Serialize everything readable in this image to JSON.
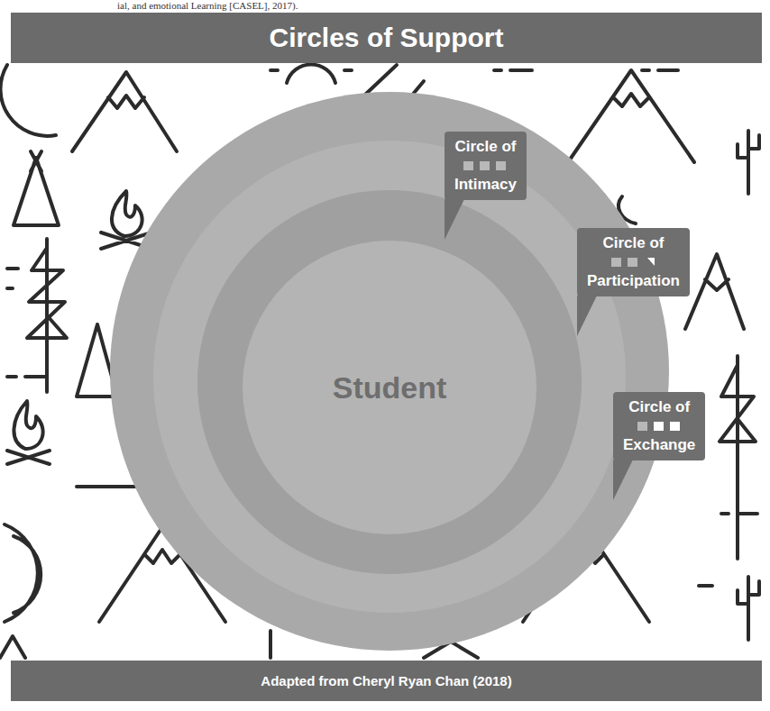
{
  "diagram": {
    "title": "Circles of Support",
    "caption": "Adapted from Cheryl Ryan Chan (2018)",
    "nodes": [
      {
        "text": [
          "Student"
        ]
      },
      {
        "text": [
          "Circle of",
          "Intimacy"
        ]
      },
      {
        "text": [
          "Circle of",
          "Participation"
        ]
      },
      {
        "text": [
          "Circle of",
          "Exchange"
        ]
      }
    ],
    "labels": [
      "ial, and emotional Learning [CASEL], 2017)."
    ]
  }
}
